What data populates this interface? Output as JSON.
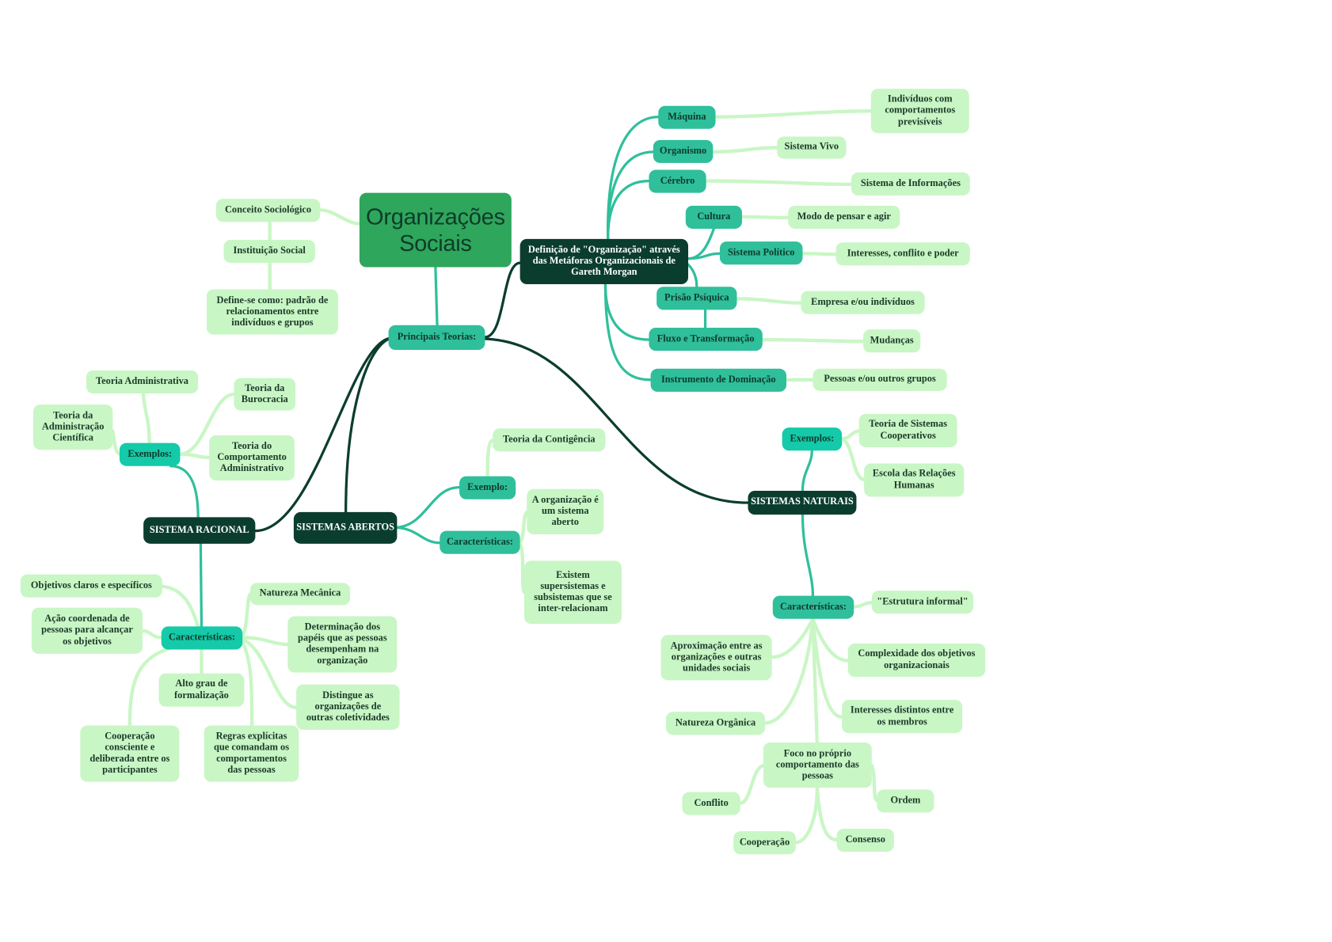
{
  "colors": {
    "leaf": "#c9f6c5",
    "teal": "#2fbf9b",
    "teal_bright": "#14caa8",
    "dark": "#0b3d2f",
    "central": "#2ea65c",
    "text": "#1c3a29"
  },
  "central": {
    "title": "Organizações Sociais"
  },
  "concept": {
    "sociological": "Conceito Sociológico",
    "institution": "Instituição Social",
    "definition": "Define-se como: padrão de relacionamentos entre indivíduos e grupos"
  },
  "theories": {
    "label": "Principais Teorias:",
    "morgan": {
      "label": "Definição de \"Organização\" através das Metáforas Organizacionais de Gareth Morgan",
      "metaphors": [
        {
          "name": "Máquina",
          "meaning": "Indivíduos com comportamentos previsíveis"
        },
        {
          "name": "Organismo",
          "meaning": "Sistema Vivo"
        },
        {
          "name": "Cérebro",
          "meaning": "Sistema de Informações"
        },
        {
          "name": "Cultura",
          "meaning": "Modo de pensar e agir"
        },
        {
          "name": "Sistema Político",
          "meaning": "Interesses, conflito e poder"
        },
        {
          "name": "Prisão Psíquica",
          "meaning": "Empresa e/ou indivíduos"
        },
        {
          "name": "Fluxo e Transformação",
          "meaning": "Mudanças"
        },
        {
          "name": "Instrumento de Dominação",
          "meaning": "Pessoas e/ou outros grupos"
        }
      ]
    },
    "racional": {
      "label": "SISTEMA RACIONAL",
      "examples": {
        "label": "Exemplos:",
        "items": [
          "Teoria Administrativa",
          "Teoria da Administração Científica",
          "Teoria da Burocracia",
          "Teoria do Comportamento Administrativo"
        ]
      },
      "characteristics": {
        "label": "Características:",
        "items": [
          "Objetivos claros e específicos",
          "Ação coordenada de pessoas para alcançar os objetivos",
          "Alto grau de formalização",
          "Cooperação consciente e deliberada entre os participantes",
          "Regras explícitas que comandam os comportamentos das pessoas",
          "Natureza Mecânica",
          "Determinação dos papéis que as pessoas desempenham na organização",
          "Distingue as organizações de outras coletividades"
        ]
      }
    },
    "abertos": {
      "label": "SISTEMAS ABERTOS",
      "example": {
        "label": "Exemplo:",
        "items": [
          "Teoria da Contigência"
        ]
      },
      "characteristics": {
        "label": "Características:",
        "items": [
          "A organização é um sistema aberto",
          "Existem supersistemas e subsistemas que se inter-relacionam"
        ]
      }
    },
    "naturais": {
      "label": "SISTEMAS NATURAIS",
      "examples": {
        "label": "Exemplos:",
        "items": [
          "Teoria de Sistemas Cooperativos",
          "Escola das Relações Humanas"
        ]
      },
      "characteristics": {
        "label": "Características:",
        "items": [
          "\"Estrutura informal\"",
          "Aproximação entre as organizações e outras unidades sociais",
          "Complexidade dos objetivos organizacionais",
          "Interesses distintos entre os membros",
          "Natureza Orgânica",
          "Foco no próprio comportamento das pessoas"
        ],
        "focus_children": [
          "Conflito",
          "Ordem",
          "Cooperação",
          "Consenso"
        ]
      }
    }
  }
}
